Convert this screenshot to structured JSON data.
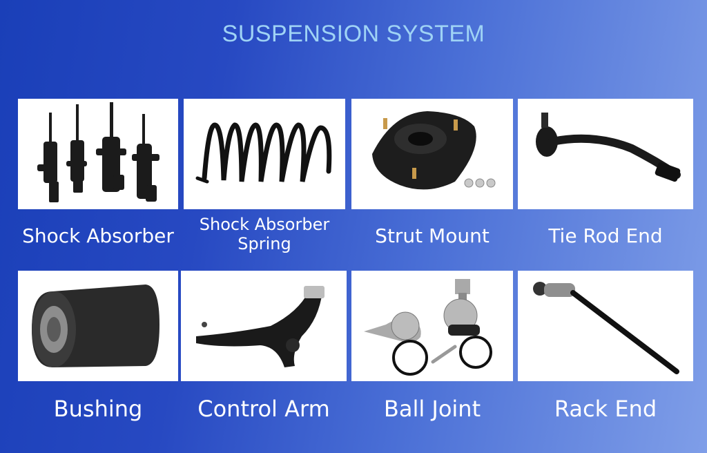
{
  "title": "SUSPENSION SYSTEM",
  "products": [
    {
      "label": "Shock Absorber",
      "icon": "shock-absorber-icon"
    },
    {
      "label_line1": "Shock Absorber",
      "label_line2": "Spring",
      "icon": "coil-spring-icon"
    },
    {
      "label": "Strut Mount",
      "icon": "strut-mount-icon"
    },
    {
      "label": "Tie Rod End",
      "icon": "tie-rod-end-icon"
    },
    {
      "label": "Bushing",
      "icon": "bushing-icon"
    },
    {
      "label": "Control Arm",
      "icon": "control-arm-icon"
    },
    {
      "label": "Ball Joint",
      "icon": "ball-joint-icon"
    },
    {
      "label": "Rack End",
      "icon": "rack-end-icon"
    }
  ]
}
